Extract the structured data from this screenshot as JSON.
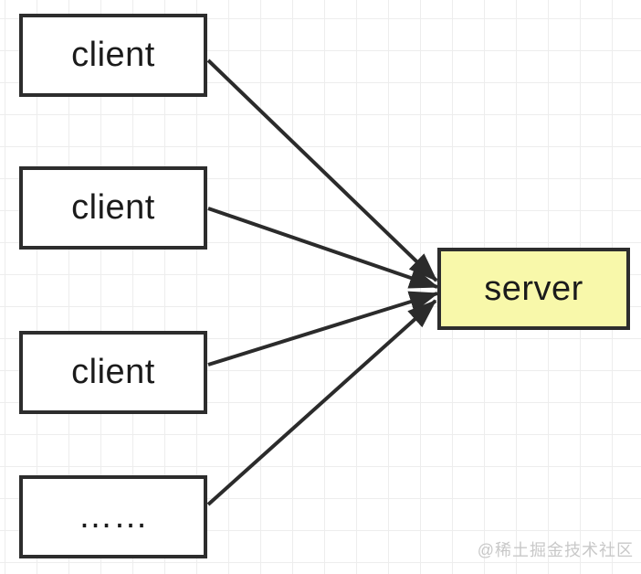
{
  "diagram": {
    "type": "client-server-topology",
    "nodes": [
      {
        "id": "client-1",
        "label": "client",
        "shape": "rect",
        "fill": "#ffffff"
      },
      {
        "id": "client-2",
        "label": "client",
        "shape": "rect",
        "fill": "#ffffff"
      },
      {
        "id": "client-3",
        "label": "client",
        "shape": "rect",
        "fill": "#ffffff"
      },
      {
        "id": "clients-more",
        "label": "……",
        "shape": "rect",
        "fill": "#ffffff"
      },
      {
        "id": "server",
        "label": "server",
        "shape": "rect",
        "fill": "#f8f8aa"
      }
    ],
    "edges": [
      {
        "from": "client-1",
        "to": "server",
        "style": "solid-arrow"
      },
      {
        "from": "client-2",
        "to": "server",
        "style": "solid-arrow"
      },
      {
        "from": "client-3",
        "to": "server",
        "style": "solid-arrow"
      },
      {
        "from": "clients-more",
        "to": "server",
        "style": "solid-arrow"
      }
    ]
  },
  "watermark": {
    "text": "@稀土掘金技术社区"
  },
  "colors": {
    "node_border": "#2d2d2d",
    "client_fill": "#ffffff",
    "server_fill": "#f8f8aa",
    "arrow": "#2b2b2b",
    "grid_line": "#ededed",
    "background": "#ffffff",
    "watermark": "#c8c8c8"
  }
}
